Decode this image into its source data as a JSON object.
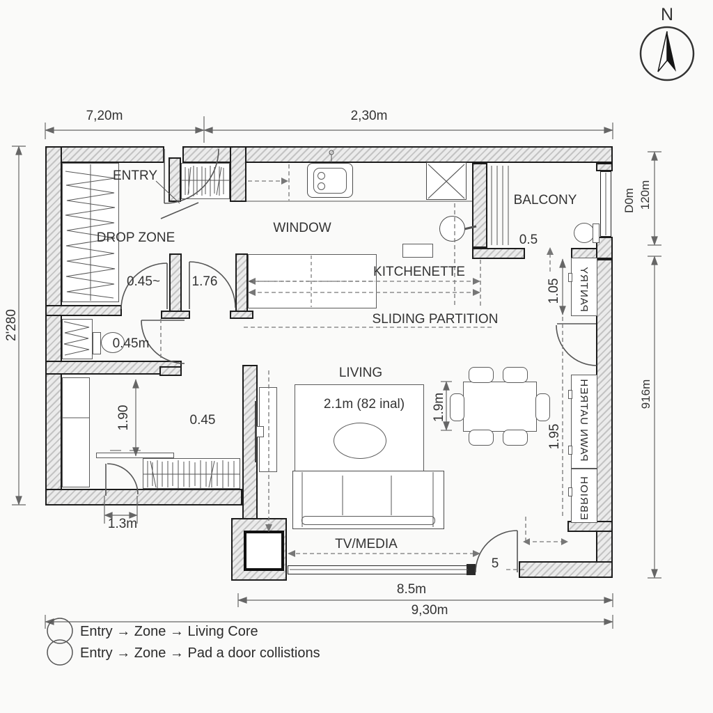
{
  "compass": {
    "north": "N"
  },
  "dimensions": {
    "top_left": "7,20m",
    "top_right": "2,30m",
    "left_side": "2'280",
    "right_balcony_inner": "D0m",
    "right_balcony_outer": "120m",
    "right_side": "916m",
    "bottom_inner": "8.5m",
    "bottom_outer": "9,30m"
  },
  "rooms": {
    "entry": "ENTRY",
    "drop_zone": "DROP ZONE",
    "window": "WINDOW",
    "kitchenette": "KITCHENETTE",
    "sliding_partition": "SLIDING PARTITION",
    "balcony": "BALCONY",
    "living": "LIVING",
    "tv_media": "TV/MEDIA"
  },
  "cabinets": {
    "pantry": "PANTRY",
    "right_wall_upper": "PAWN UATREH",
    "right_wall_lower": "EBRIOH"
  },
  "measurements": {
    "entry_hall_door": "0.45~",
    "hall_door": "1.76",
    "wc_door": "0.45m",
    "balcony_depth": "0.5",
    "closet_clearance": "1.90",
    "wardrobe_depth": "0.45",
    "closet_door": "1.3m",
    "rug": "2.1m (82 inal)",
    "dining_table": "1.9m",
    "pantry_width": "1.05",
    "cabinet_run": "1.95",
    "door_swing": "5"
  },
  "legend": {
    "items": [
      {
        "text": "Entry → Zone → Living Core"
      },
      {
        "text": "Entry → Zone → Pad a door collistions"
      }
    ]
  },
  "colors": {
    "background": "#fafaf9",
    "wall_edge": "#1c1c1c",
    "wall_hatch": "#c3c3c3",
    "line": "#555555",
    "dim_line": "#666666",
    "text": "#333333"
  }
}
